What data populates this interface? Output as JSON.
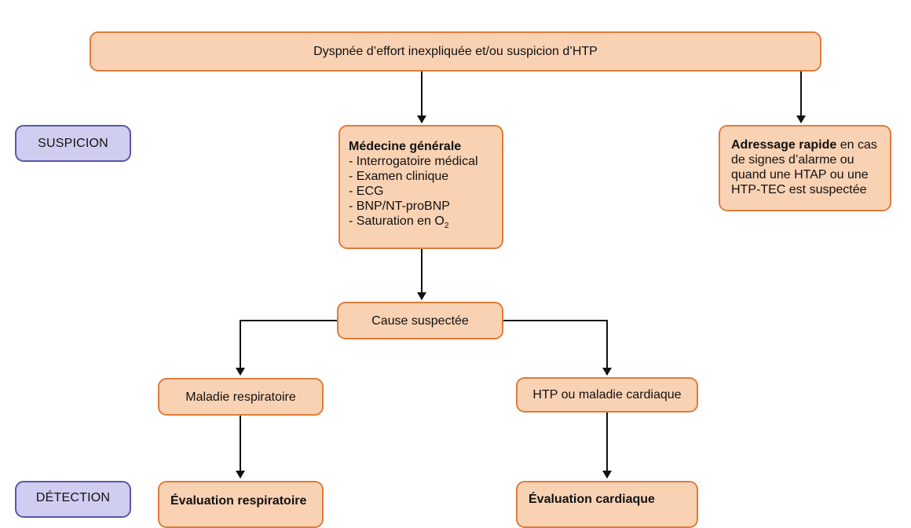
{
  "stages": {
    "suspicion": "SUSPICION",
    "detection": "DÉTECTION"
  },
  "nodes": {
    "top": "Dyspnée d’effort inexpliquée et/ou suspicion d’HTP",
    "gp": {
      "title": "Médecine générale",
      "items": [
        "- Interrogatoire médical",
        "- Examen clinique",
        "- ECG",
        "- BNP/NT-proBNP"
      ],
      "saturation_prefix": "- Saturation en O",
      "saturation_sub": "2"
    },
    "referral": {
      "bold": "Adressage rapide",
      "rest": " en cas de signes d’alarme ou quand une HTAP ou une HTP-TEC est suspectée"
    },
    "cause": "Cause suspectée",
    "respiratory": "Maladie respiratoire",
    "cardiac": "HTP ou maladie cardiaque",
    "resp_eval": "Évaluation respiratoire",
    "card_eval": "Évaluation cardiaque"
  },
  "colors": {
    "node_fill": "#f9d2b4",
    "node_border": "#e07b3c",
    "stage_fill": "#cfcdf0",
    "stage_border": "#5a57a6",
    "arrow": "#111111"
  }
}
